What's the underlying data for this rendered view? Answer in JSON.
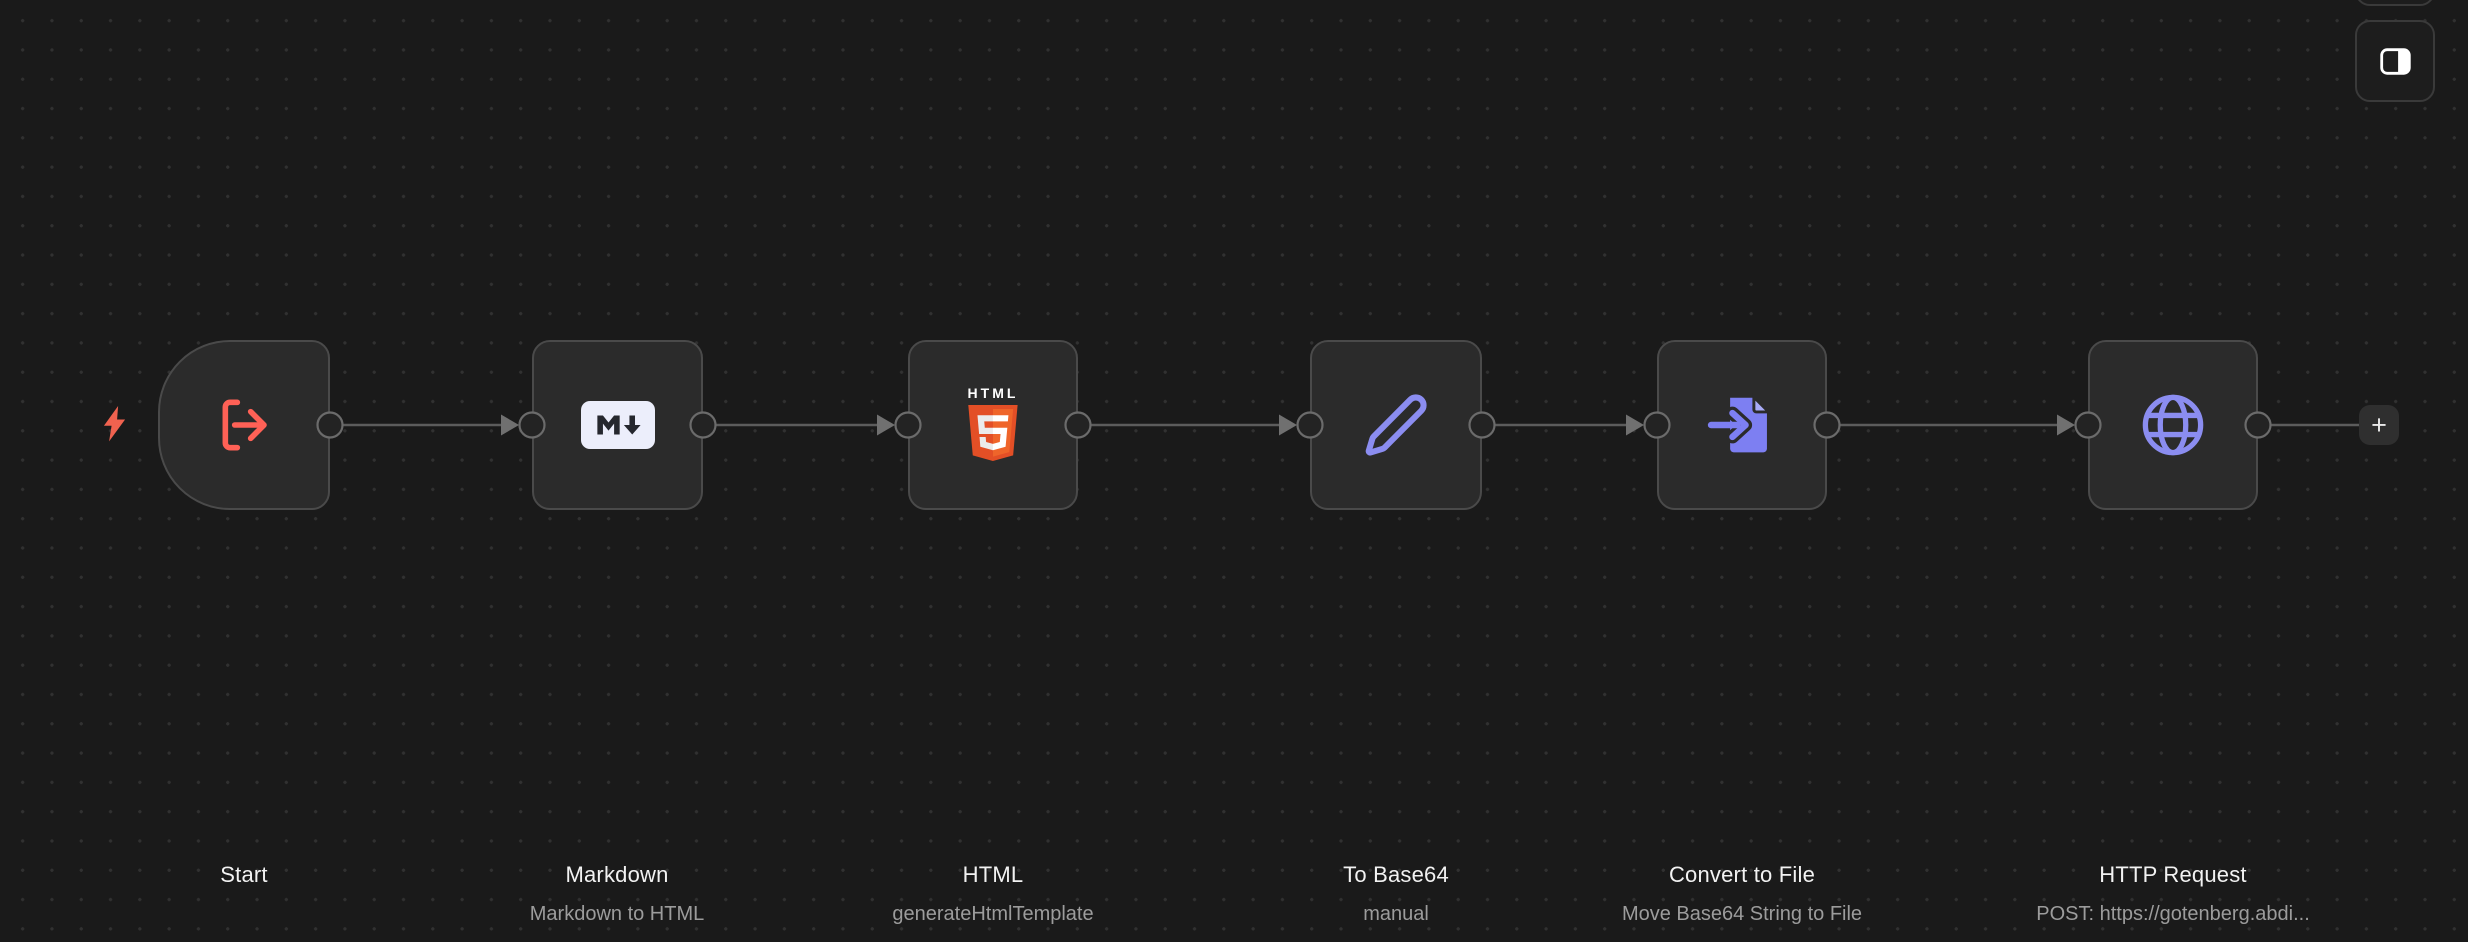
{
  "app": {
    "name": "workflow-canvas-editor"
  },
  "colors": {
    "canvas_bg": "#1a1a1a",
    "grid_dot": "#313131",
    "node_bg": "#2b2b2b",
    "node_border": "#4a4a4a",
    "connection": "#5c5c5c",
    "accent_coral": "#ff6156",
    "accent_purple": "#8b8df0",
    "label_text": "#f2f2f2",
    "subtitle_text": "#9c9c9c"
  },
  "toolbar": {
    "panel_toggle_icon": "layout-panel-icon"
  },
  "workflow": {
    "nodes": [
      {
        "label": "Start",
        "subtitle": "",
        "icon": "log-out-icon",
        "type": "trigger"
      },
      {
        "label": "Markdown",
        "subtitle": "Markdown to HTML",
        "icon": "markdown-icon",
        "type": "action"
      },
      {
        "label": "HTML",
        "subtitle": "generateHtmlTemplate",
        "icon": "html5-icon",
        "icon_text": "HTML",
        "icon_number": "5",
        "type": "action"
      },
      {
        "label": "To Base64",
        "subtitle": "manual",
        "icon": "pencil-icon",
        "type": "action"
      },
      {
        "label": "Convert to File",
        "subtitle": "Move Base64 String to File",
        "icon": "file-import-icon",
        "type": "action"
      },
      {
        "label": "HTTP Request",
        "subtitle": "POST: https://gotenberg.abdi...",
        "icon": "globe-icon",
        "type": "action"
      }
    ],
    "connections": [
      {
        "from": "Start",
        "to": "Markdown"
      },
      {
        "from": "Markdown",
        "to": "HTML"
      },
      {
        "from": "HTML",
        "to": "To Base64"
      },
      {
        "from": "To Base64",
        "to": "Convert to File"
      },
      {
        "from": "Convert to File",
        "to": "HTTP Request"
      }
    ],
    "add_node_button": "+"
  }
}
